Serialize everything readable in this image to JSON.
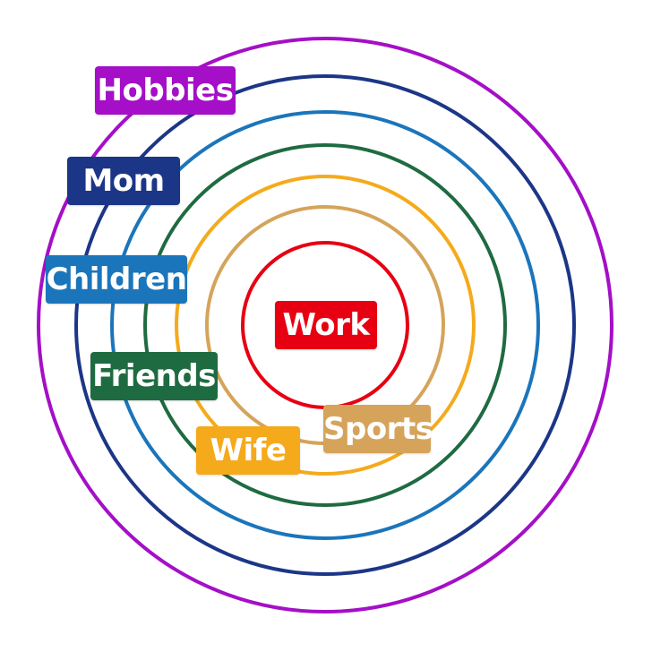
{
  "diagram": {
    "rings": [
      {
        "name": "Work",
        "color": "#e60012"
      },
      {
        "name": "Sports",
        "color": "#d5a45a"
      },
      {
        "name": "Wife",
        "color": "#f5aa1c"
      },
      {
        "name": "Friends",
        "color": "#1f6b41"
      },
      {
        "name": "Children",
        "color": "#1b75bb"
      },
      {
        "name": "Mom",
        "color": "#1c3687"
      },
      {
        "name": "Hobbies",
        "color": "#a40fc7"
      }
    ],
    "labels": {
      "hobbies": {
        "text": "Hobbies",
        "color": "#a40fc7"
      },
      "mom": {
        "text": "Mom",
        "color": "#1c3687"
      },
      "children": {
        "text": "Children",
        "color": "#1b75bb"
      },
      "friends": {
        "text": "Friends",
        "color": "#1f6b41"
      },
      "work": {
        "text": "Work",
        "color": "#e60012"
      },
      "sports": {
        "text": "Sports",
        "color": "#d5a45a"
      },
      "wife": {
        "text": "Wife",
        "color": "#f5aa1c"
      }
    }
  }
}
